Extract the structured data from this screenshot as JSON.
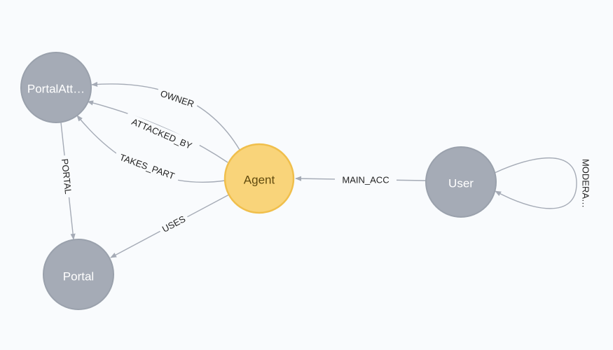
{
  "nodes": {
    "portal_attack": {
      "label": "PortalAtt…",
      "fill": "#a5abb6",
      "stroke": "#9aa1ac",
      "text_color": "#ffffff"
    },
    "portal": {
      "label": "Portal",
      "fill": "#a5abb6",
      "stroke": "#9aa1ac",
      "text_color": "#ffffff"
    },
    "agent": {
      "label": "Agent",
      "fill": "#f9d47a",
      "stroke": "#f0bf4c",
      "text_color": "#604a0e"
    },
    "user": {
      "label": "User",
      "fill": "#a5abb6",
      "stroke": "#9aa1ac",
      "text_color": "#ffffff"
    }
  },
  "relationships": {
    "owner": "OWNER",
    "attacked_by": "ATTACKED_BY",
    "takes_part": "TAKES_PART",
    "uses": "USES",
    "portal": "PORTAL",
    "main_acc": "MAIN_ACC",
    "moderates": "MODERA…"
  },
  "colors": {
    "background": "#f9fbfd",
    "relationship_line": "#a5abb6"
  }
}
